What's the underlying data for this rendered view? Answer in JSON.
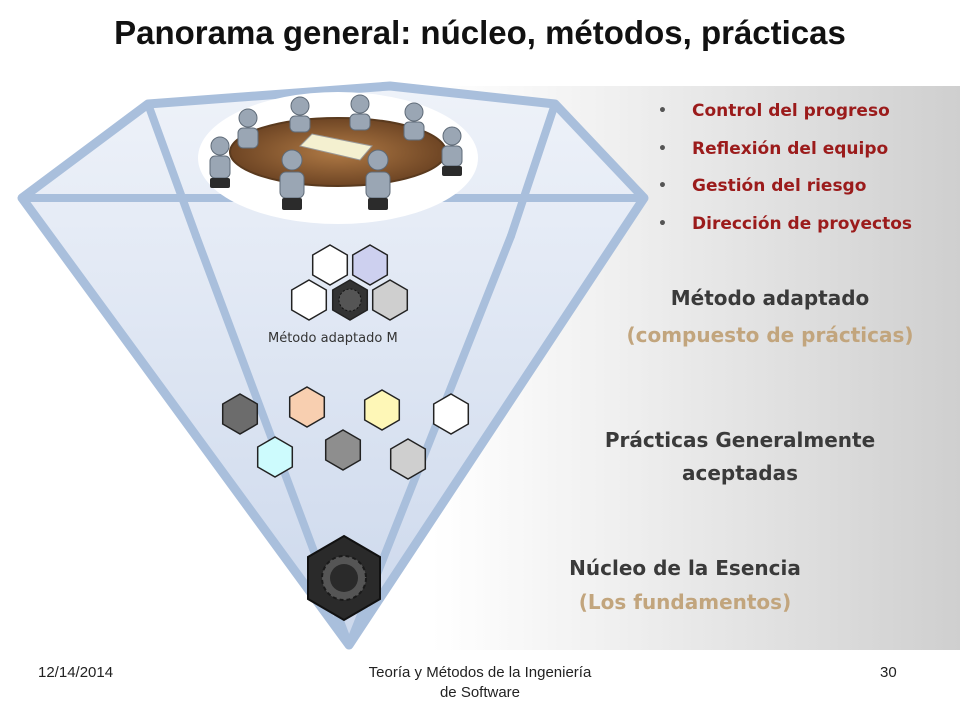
{
  "slide": {
    "title": "Panorama general: núcleo, métodos, prácticas",
    "bullets": [
      {
        "text": "Control del progreso"
      },
      {
        "text": "Reflexión del equipo"
      },
      {
        "text": "Gestión del riesgo"
      },
      {
        "text": "Dirección de proyectos"
      }
    ],
    "metodo_label": "Método adaptado",
    "metodo_sub": "(compuesto de prácticas)",
    "method_small_label": "Método adaptado M",
    "practicas_line1": "Prácticas Generalmente",
    "practicas_line2": "aceptadas",
    "nucleo_label": "Núcleo de la Esencia",
    "nucleo_sub": "(Los fundamentos)",
    "colors": {
      "bullet_text": "#9b1b1b",
      "label_dark": "#3a3a3a",
      "label_tan": "#c2a57d",
      "diamond_outline": "#a9bfdc",
      "hex_lavender": "#cdd0ef",
      "hex_peach": "#f8cfb0",
      "hex_yellow": "#fef7b7",
      "hex_cyan": "#cdfbfd",
      "hex_dark": "#6c6c6c",
      "hex_gray": "#8e8e8e",
      "hex_light": "#cfcfcf"
    }
  },
  "footer": {
    "date": "12/14/2014",
    "course_line1": "Teoría y Métodos de la Ingeniería",
    "course_line2": "de Software",
    "page": "30"
  }
}
